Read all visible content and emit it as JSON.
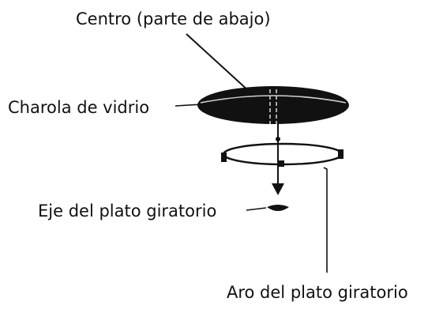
{
  "labels": {
    "center_bottom": "Centro (parte de abajo)",
    "glass_tray": "Charola de vidrio",
    "turntable_axle": "Eje del plato giratorio",
    "turntable_ring": "Aro del plato giratorio"
  },
  "colors": {
    "ink": "#111111",
    "background": "#ffffff"
  }
}
